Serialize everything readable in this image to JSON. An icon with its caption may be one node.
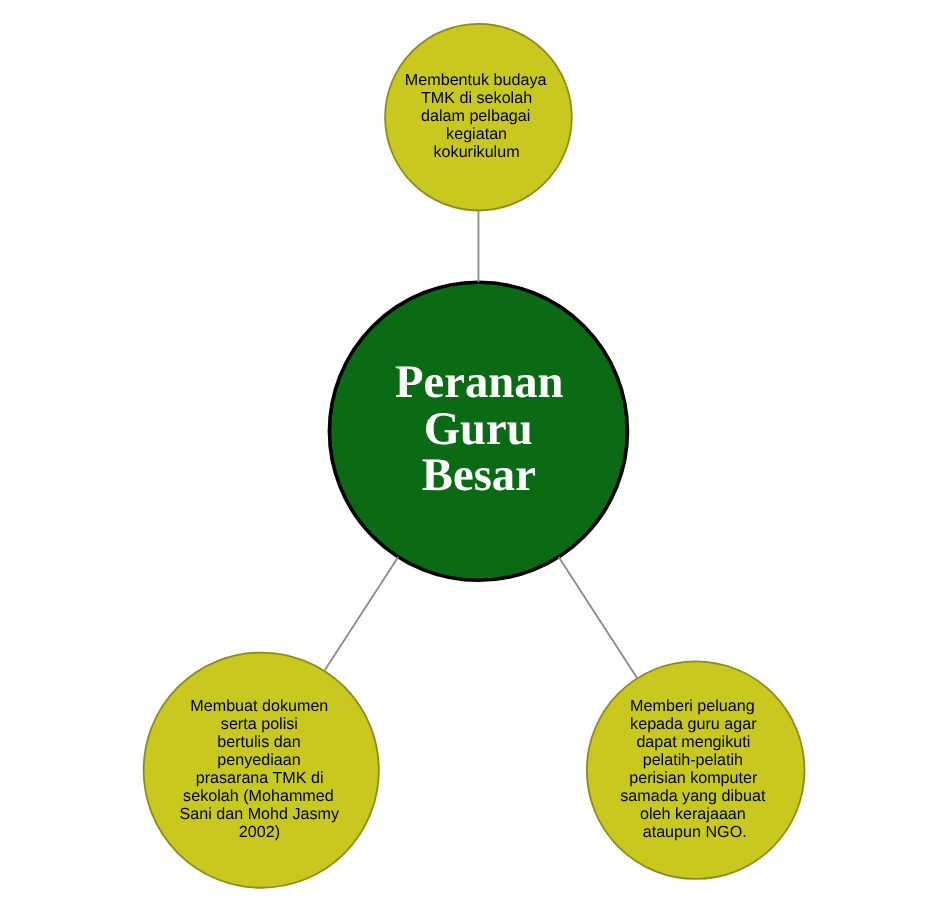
{
  "diagram": {
    "nodes": [
      {
        "text": [
          "Membentuk budaya TMK di sekolah dalam pelbagai kegiatan kokurikulum"
        ]
      },
      {
        "text": [
          "Peranan Guru Besar"
        ]
      },
      {
        "text": [
          "Membuat dokumen serta polisi bertulis dan penyediaan prasarana TMK di sekolah (Mohammed Sani dan Mohd Jasmy 2002)"
        ]
      },
      {
        "text": [
          "Memberi peluang kepada guru agar dapat mengikuti pelatih-pelatih perisian komputer samada yang dibuat oleh kerajaaan ataupun NGO."
        ]
      }
    ],
    "edges": [
      {
        "from": 0,
        "to": 1,
        "arrow": "none"
      },
      {
        "from": 1,
        "to": 2,
        "arrow": "none"
      },
      {
        "from": 1,
        "to": 3,
        "arrow": "none"
      }
    ]
  }
}
